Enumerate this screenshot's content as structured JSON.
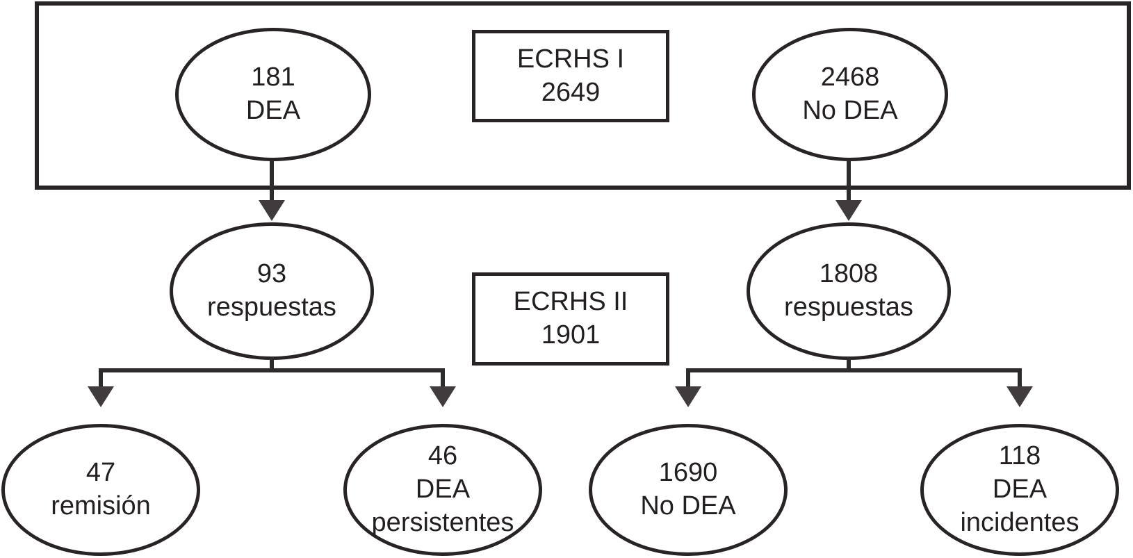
{
  "colors": {
    "stroke": "#282425",
    "arrow": "#403c3e",
    "text": "#231f20",
    "background": "#ffffff"
  },
  "nodes": {
    "ecrhs1": {
      "shape": "rect",
      "lines": [
        "ECRHS I",
        "2649"
      ]
    },
    "dea181": {
      "shape": "ellipse",
      "lines": [
        "181",
        "DEA"
      ]
    },
    "nodea2468": {
      "shape": "ellipse",
      "lines": [
        "2468",
        "No DEA"
      ]
    },
    "ecrhs2": {
      "shape": "rect",
      "lines": [
        "ECRHS II",
        "1901"
      ]
    },
    "resp93": {
      "shape": "ellipse",
      "lines": [
        "93",
        "respuestas"
      ]
    },
    "resp1808": {
      "shape": "ellipse",
      "lines": [
        "1808",
        "respuestas"
      ]
    },
    "rem47": {
      "shape": "ellipse",
      "lines": [
        "47",
        "remisión"
      ]
    },
    "pers46": {
      "shape": "ellipse",
      "lines": [
        "46",
        "DEA",
        "persistentes"
      ]
    },
    "nodea1690": {
      "shape": "ellipse",
      "lines": [
        "1690",
        "No DEA"
      ]
    },
    "inc118": {
      "shape": "ellipse",
      "lines": [
        "118",
        "DEA",
        "incidentes"
      ]
    }
  },
  "edges": [
    {
      "from": "dea181",
      "to": "resp93"
    },
    {
      "from": "nodea2468",
      "to": "resp1808"
    },
    {
      "from": "resp93",
      "to": "rem47"
    },
    {
      "from": "resp93",
      "to": "pers46"
    },
    {
      "from": "resp1808",
      "to": "nodea1690"
    },
    {
      "from": "resp1808",
      "to": "inc118"
    }
  ]
}
